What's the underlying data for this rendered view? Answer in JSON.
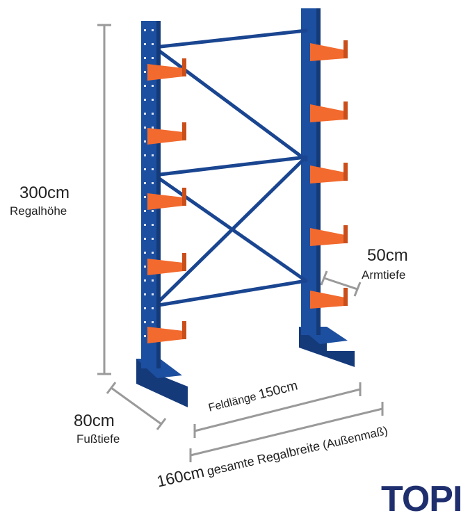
{
  "dimensions": {
    "height": {
      "value": "300cm",
      "label": "Regalhöhe"
    },
    "foot_depth": {
      "value": "80cm",
      "label": "Fußtiefe"
    },
    "arm_depth": {
      "value": "50cm",
      "label": "Armtiefe"
    },
    "bay_length": {
      "label": "Feldlänge",
      "value": "150cm"
    },
    "total_width": {
      "value": "160cm",
      "label": "gesamte Regalbreite",
      "note": "(Außenmaß)"
    }
  },
  "brand": {
    "text": "TOPI"
  },
  "colors": {
    "frame": "#1d4fa0",
    "frame_dark": "#153a7a",
    "arm": "#f26a2e",
    "arm_dark": "#c94e1a",
    "dim_line": "#9a9a9a",
    "brand": "#1f2f6e"
  }
}
